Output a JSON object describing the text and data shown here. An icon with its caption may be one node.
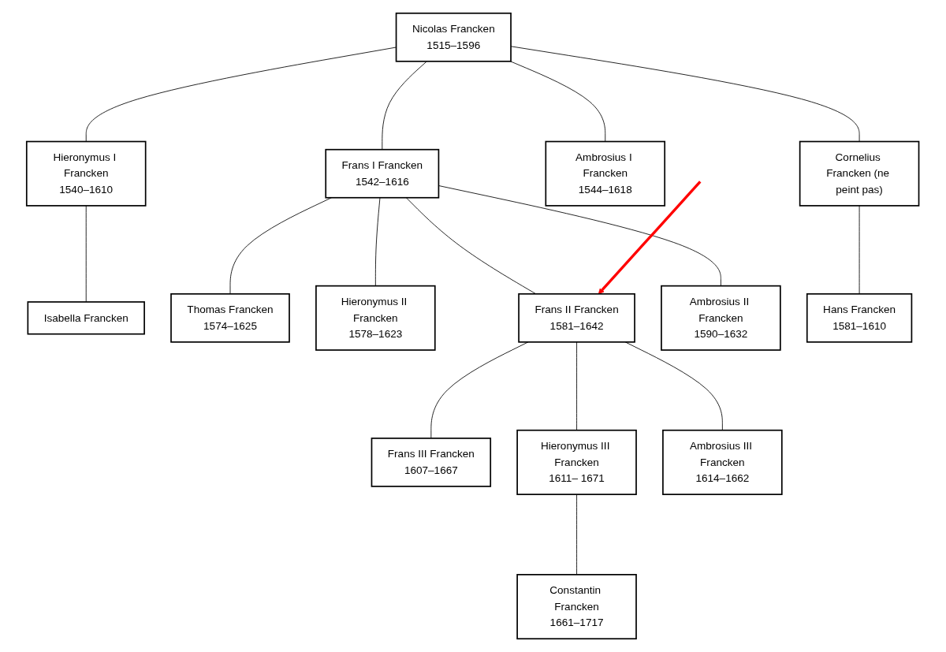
{
  "diagram": {
    "nodes": [
      {
        "text": [
          "Nicolas Francken",
          "1515–1596"
        ]
      },
      {
        "text": [
          "Hieronymus I Francken",
          "1540–1610"
        ]
      },
      {
        "text": [
          "Frans I Francken",
          "1542–1616"
        ]
      },
      {
        "text": [
          "Ambrosius I Francken",
          "1544–1618"
        ]
      },
      {
        "text": [
          "Cornelius Francken (ne peint pas)"
        ]
      },
      {
        "text": [
          "Isabella Francken"
        ]
      },
      {
        "text": [
          "Thomas Francken",
          "1574–1625"
        ]
      },
      {
        "text": [
          "Hieronymus II Francken",
          "1578–1623"
        ]
      },
      {
        "text": [
          "Frans II Francken",
          "1581–1642"
        ]
      },
      {
        "text": [
          "Ambrosius II Francken",
          "1590–1632"
        ]
      },
      {
        "text": [
          "Hans Francken",
          "1581–1610"
        ]
      },
      {
        "text": [
          "Frans III Francken",
          "1607–1667"
        ]
      },
      {
        "text": [
          "Hieronymus III Francken",
          "1611– 1671"
        ]
      },
      {
        "text": [
          "Ambrosius III Francken",
          "1614–1662"
        ]
      },
      {
        "text": [
          "Constantin Francken",
          "1661–1717"
        ]
      }
    ],
    "edges": [
      {
        "from": 0,
        "to": 1,
        "arrow": "none"
      },
      {
        "from": 0,
        "to": 2,
        "arrow": "none"
      },
      {
        "from": 0,
        "to": 3,
        "arrow": "none"
      },
      {
        "from": 0,
        "to": 4,
        "arrow": "none"
      },
      {
        "from": 1,
        "to": 5,
        "arrow": "none"
      },
      {
        "from": 2,
        "to": 6,
        "arrow": "none"
      },
      {
        "from": 2,
        "to": 7,
        "arrow": "none"
      },
      {
        "from": 2,
        "to": 8,
        "arrow": "none"
      },
      {
        "from": 2,
        "to": 9,
        "arrow": "none"
      },
      {
        "from": 4,
        "to": 10,
        "arrow": "none"
      },
      {
        "from": 8,
        "to": 11,
        "arrow": "none"
      },
      {
        "from": 8,
        "to": 12,
        "arrow": "none"
      },
      {
        "from": 8,
        "to": 13,
        "arrow": "none"
      },
      {
        "from": 12,
        "to": 14,
        "arrow": "none"
      },
      {
        "from": null,
        "to": 8,
        "arrow": "to",
        "style": "thick",
        "color": "#ff0000"
      }
    ]
  }
}
